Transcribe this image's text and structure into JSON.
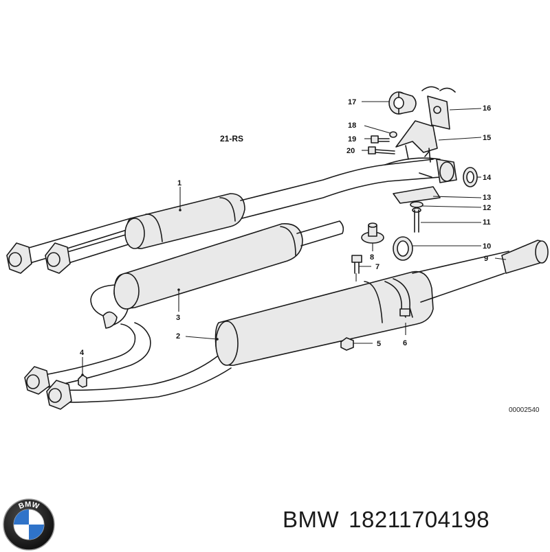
{
  "diagram": {
    "variant_label": "21-RS",
    "image_code": "00002540",
    "callouts": [
      "1",
      "2",
      "3",
      "4",
      "5",
      "6",
      "7",
      "8",
      "9",
      "10",
      "11",
      "12",
      "13",
      "14",
      "15",
      "16",
      "17",
      "18",
      "19",
      "20"
    ]
  },
  "footer": {
    "brand": "BMW",
    "part_number": "18211704198"
  },
  "logo": {
    "name": "bmw-roundel-logo",
    "text": "BMW",
    "colors": {
      "ring": "#1a1a1a",
      "blue": "#2f73c9",
      "white": "#ffffff"
    }
  }
}
